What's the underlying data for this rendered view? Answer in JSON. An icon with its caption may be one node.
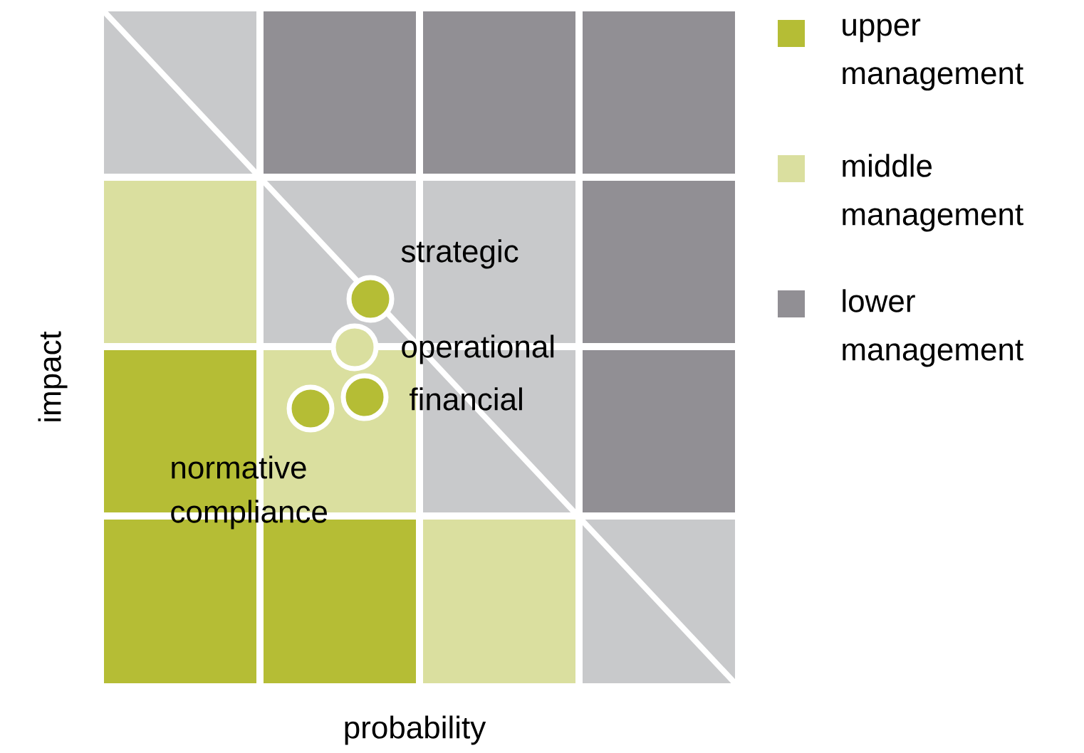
{
  "diagram": {
    "nodes": [
      {
        "text": [],
        "shape": "circle",
        "beside": [
          "strategic"
        ]
      },
      {
        "text": [],
        "shape": "circle",
        "beside": [
          "operational"
        ]
      },
      {
        "text": [],
        "shape": "circle",
        "beside": [
          "financial"
        ]
      },
      {
        "text": [],
        "shape": "circle",
        "beside": [
          "normative compliance"
        ]
      }
    ],
    "labels": [
      "impact",
      "probability"
    ],
    "legend": [
      {
        "text": "upper management",
        "color": "#b5bd35"
      },
      {
        "text": "middle management",
        "color": "#dadf9f"
      },
      {
        "text": "lower management",
        "color": "#918f94"
      }
    ]
  }
}
